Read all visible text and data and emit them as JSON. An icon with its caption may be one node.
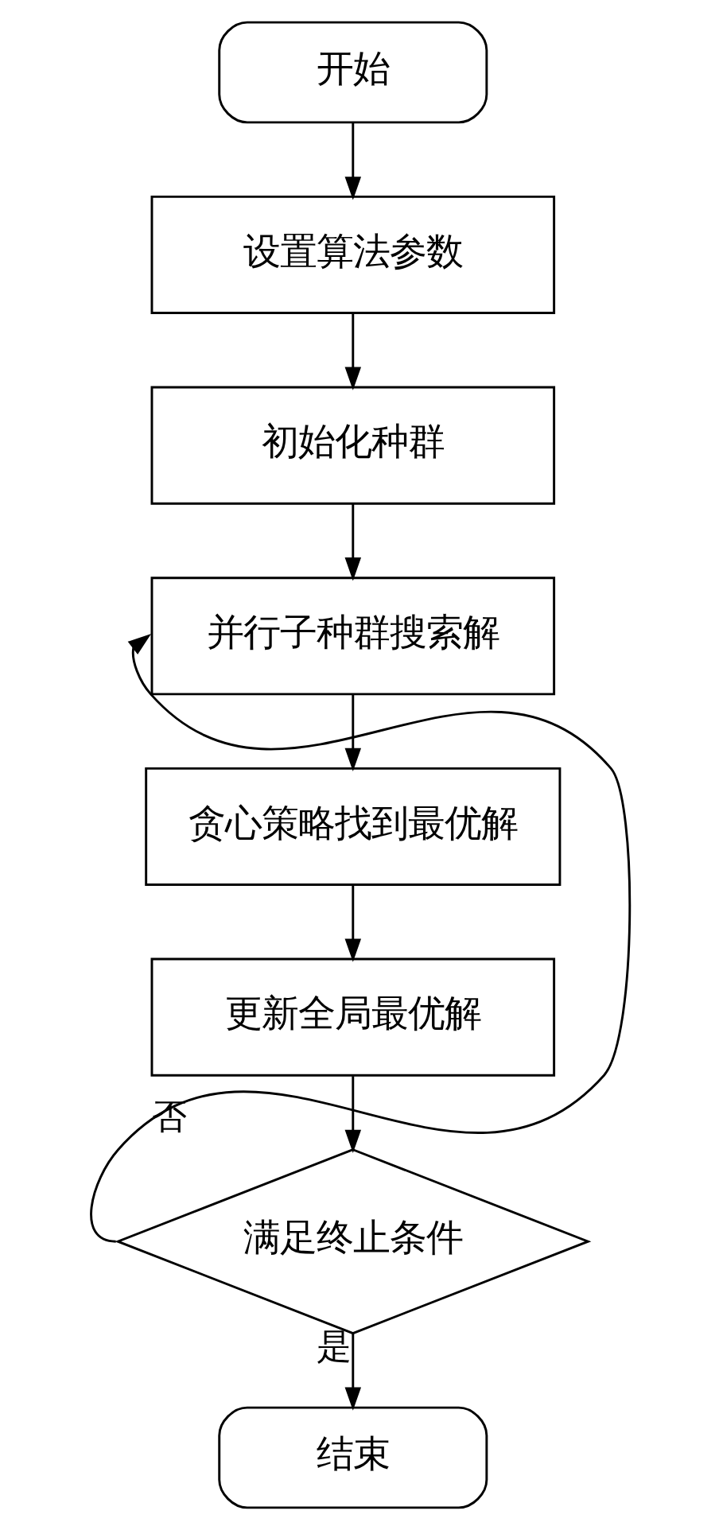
{
  "diagram": {
    "nodes": [
      {
        "text": [
          "开始"
        ]
      },
      {
        "text": [
          "设置算法参数"
        ]
      },
      {
        "text": [
          "初始化种群"
        ]
      },
      {
        "text": [
          "并行子种群搜索解"
        ]
      },
      {
        "text": [
          "贪心策略找到最优解"
        ]
      },
      {
        "text": [
          "更新全局最优解"
        ]
      },
      {
        "text": [
          "满足终止条件"
        ]
      },
      {
        "text": [
          "结束"
        ]
      }
    ],
    "edges": [
      {
        "from": 0,
        "to": 1,
        "arrow": "to"
      },
      {
        "from": 1,
        "to": 2,
        "arrow": "to"
      },
      {
        "from": 2,
        "to": 3,
        "arrow": "to"
      },
      {
        "from": 3,
        "to": 4,
        "arrow": "to"
      },
      {
        "from": 4,
        "to": 5,
        "arrow": "to"
      },
      {
        "from": 5,
        "to": 6,
        "arrow": "to"
      },
      {
        "from": 6,
        "to": 3,
        "arrow": "to",
        "label": "否"
      },
      {
        "from": 6,
        "to": 7,
        "arrow": "to",
        "label": "是"
      }
    ]
  }
}
